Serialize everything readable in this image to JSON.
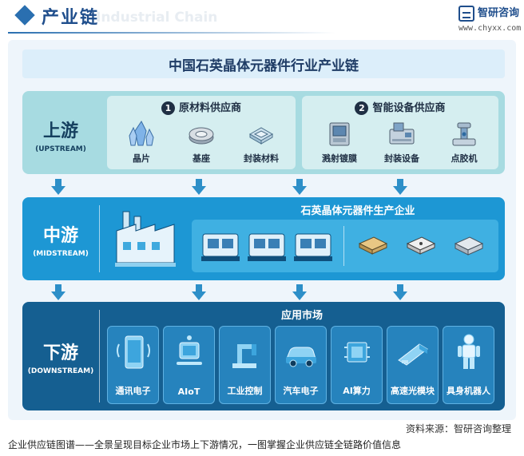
{
  "header": {
    "title": "产业链",
    "watermark": "Industrial Chain",
    "brand_name": "智研咨询",
    "brand_url": "www.chyxx.com"
  },
  "main_title": "中国石英晶体元器件行业产业链",
  "upstream": {
    "label_cn": "上游",
    "label_en": "(UPSTREAM)",
    "groups": [
      {
        "num": "1",
        "title": "原材料供应商",
        "items": [
          "晶片",
          "基座",
          "封装材料"
        ]
      },
      {
        "num": "2",
        "title": "智能设备供应商",
        "items": [
          "溅射镀膜",
          "封装设备",
          "点胶机"
        ]
      }
    ]
  },
  "midstream": {
    "label_cn": "中游",
    "label_en": "(MIDSTREAM)",
    "title": "石英晶体元器件生产企业"
  },
  "downstream": {
    "label_cn": "下游",
    "label_en": "(DOWNSTREAM)",
    "title": "应用市场",
    "items": [
      "通讯电子",
      "AIoT",
      "工业控制",
      "汽车电子",
      "AI算力",
      "高速光模块",
      "具身机器人"
    ]
  },
  "source": "资料来源：智研咨询整理",
  "footer": "企业供应链图谱——全景呈现目标企业市场上下游情况，一图掌握企业供应链全链路价值信息",
  "colors": {
    "upstream": "#a7dbe1",
    "midstream": "#1d97d4",
    "downstream": "#155f91",
    "brand": "#1f4e8c"
  }
}
